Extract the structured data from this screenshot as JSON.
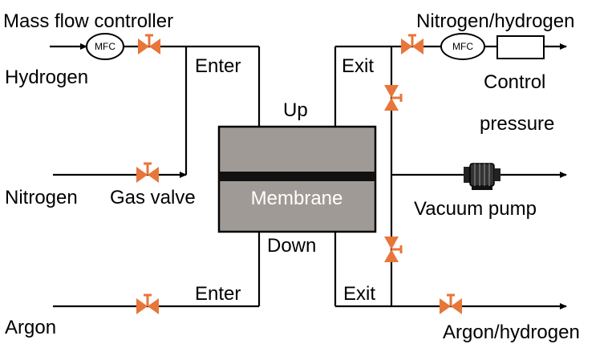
{
  "labels": {
    "mass_flow_controller": "Mass flow controller",
    "hydrogen": "Hydrogen",
    "nitrogen": "Nitrogen",
    "argon": "Argon",
    "gas_valve": "Gas valve",
    "enter_top": "Enter",
    "enter_bottom": "Enter",
    "exit_top": "Exit",
    "exit_bottom": "Exit",
    "up": "Up",
    "down": "Down",
    "membrane": "Membrane",
    "nitrogen_hydrogen": "Nitrogen/hydrogen",
    "control": "Control",
    "pressure": "pressure",
    "vacuum_pump": "Vacuum pump",
    "argon_hydrogen": "Argon/hydrogen",
    "mfc_left": "MFC",
    "mfc_right": "MFC"
  },
  "colors": {
    "valve": "#e8763a",
    "vessel": "#a09a96",
    "membrane_band": "#111111",
    "line": "#000000"
  }
}
